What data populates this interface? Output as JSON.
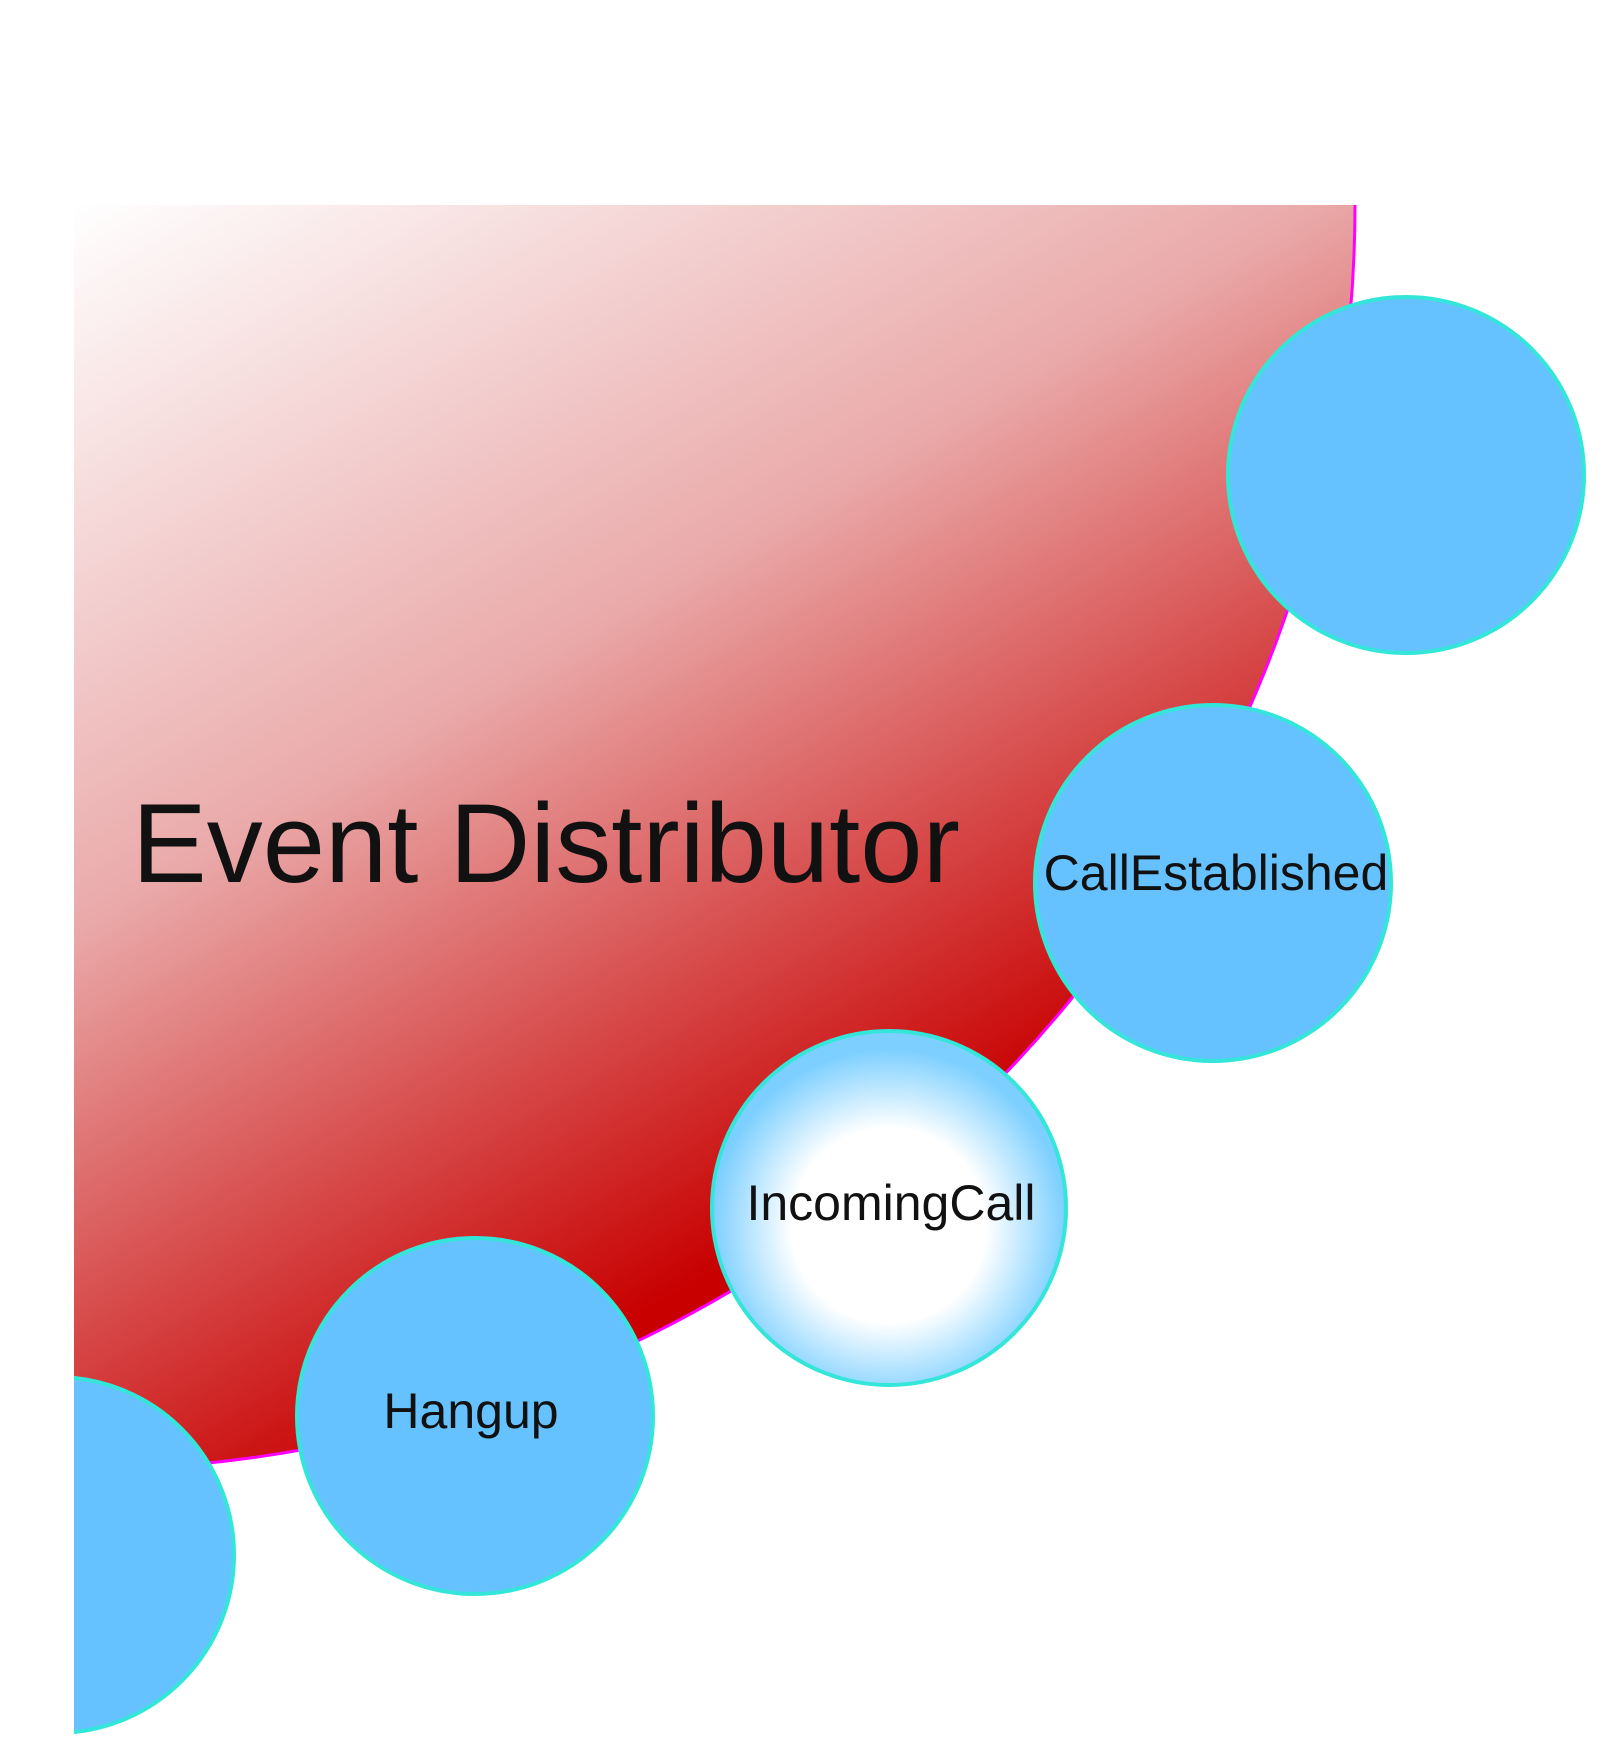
{
  "title": "Event Distributor",
  "nodes": [
    {
      "id": "top-right",
      "label": ""
    },
    {
      "id": "call-established",
      "label": "CallEstablished"
    },
    {
      "id": "incoming-call",
      "label": "IncomingCall",
      "highlighted": true
    },
    {
      "id": "hangup",
      "label": "Hangup"
    },
    {
      "id": "bottom-left",
      "label": ""
    }
  ],
  "colors": {
    "distributor_gradient_start": "#ffffff",
    "distributor_gradient_end": "#c80000",
    "distributor_outline": "#ff00ff",
    "node_fill": "#66c2ff",
    "node_outline": "#33e6d9",
    "highlight_center": "#ffffff",
    "highlight_edge": "#7ccfff",
    "text": "#111111"
  }
}
